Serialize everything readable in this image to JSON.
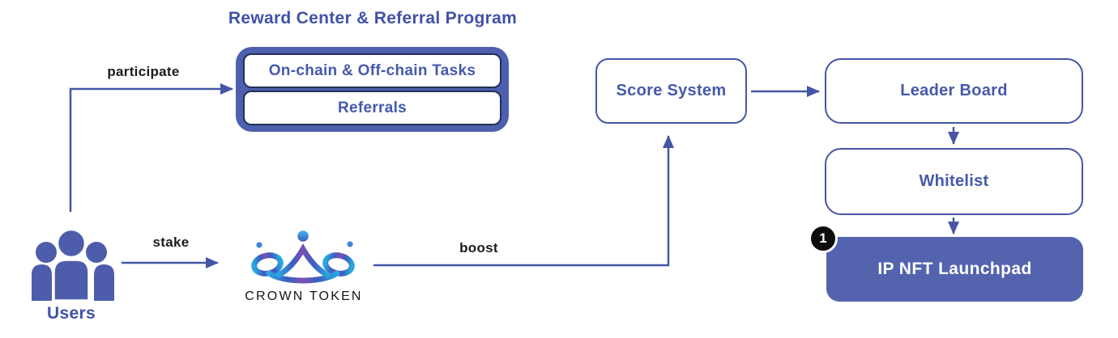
{
  "diagram": {
    "title": "Reward Center & Referral Program",
    "users": {
      "label": "Users"
    },
    "reward_center": {
      "tasks_label": "On-chain & Off-chain Tasks",
      "referrals_label": "Referrals"
    },
    "crown_token": {
      "label": "CROWN TOKEN"
    },
    "score_system": {
      "label": "Score System"
    },
    "leader_board": {
      "label": "Leader Board"
    },
    "whitelist": {
      "label": "Whitelist"
    },
    "launchpad": {
      "label": "IP NFT Launchpad",
      "badge": "1"
    },
    "edges": {
      "participate_label": "participate",
      "stake_label": "stake",
      "boost_label": "boost"
    }
  },
  "colors": {
    "primary": "#4656a6",
    "box_text": "#4659ab",
    "title_text": "#4152a8",
    "outer_box_fill": "#4d5fad",
    "inner_border": "#233058",
    "launchpad_fill": "#5363ae",
    "label_text": "#1c1c1c",
    "badge_bg": "#0d0d0d"
  }
}
